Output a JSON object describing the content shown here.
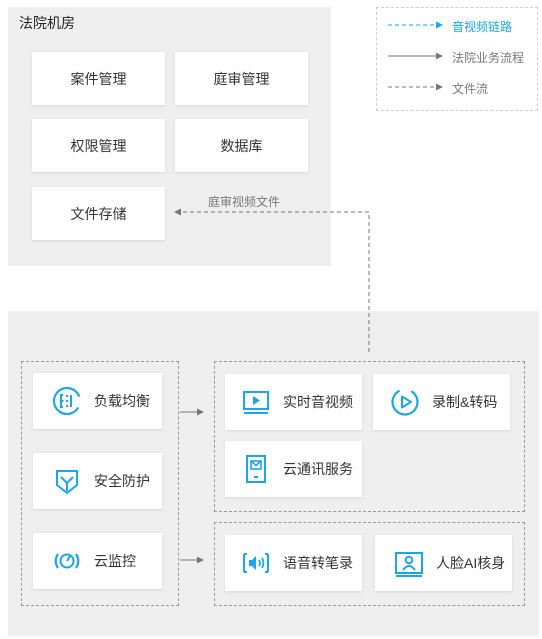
{
  "legend": {
    "items": [
      {
        "label": "音视频链路",
        "style": "dashed",
        "color": "#1aa6e8"
      },
      {
        "label": "法院业务流程",
        "style": "solid",
        "color": "#777777"
      },
      {
        "label": "文件流",
        "style": "dashed",
        "color": "#777777"
      }
    ]
  },
  "top_panel": {
    "title": "法院机房",
    "cards": [
      "案件管理",
      "庭审管理",
      "权限管理",
      "数据库",
      "文件存储"
    ]
  },
  "flow_note": "庭审视频文件",
  "left_group": [
    {
      "label": "负载均衡",
      "icon": "load-balance-icon"
    },
    {
      "label": "安全防护",
      "icon": "shield-icon"
    },
    {
      "label": "云监控",
      "icon": "monitor-icon"
    }
  ],
  "media_group": [
    {
      "label": "实时音视频",
      "icon": "video-player-icon"
    },
    {
      "label": "录制&转码",
      "icon": "record-icon"
    },
    {
      "label": "云通讯服务",
      "icon": "message-icon"
    }
  ],
  "ai_group": [
    {
      "label": "语音转笔录",
      "icon": "speech-icon"
    },
    {
      "label": "人脸AI核身",
      "icon": "face-id-icon"
    }
  ],
  "colors": {
    "accent": "#1aa6e8",
    "panel": "#efeff0",
    "line": "#777777"
  }
}
